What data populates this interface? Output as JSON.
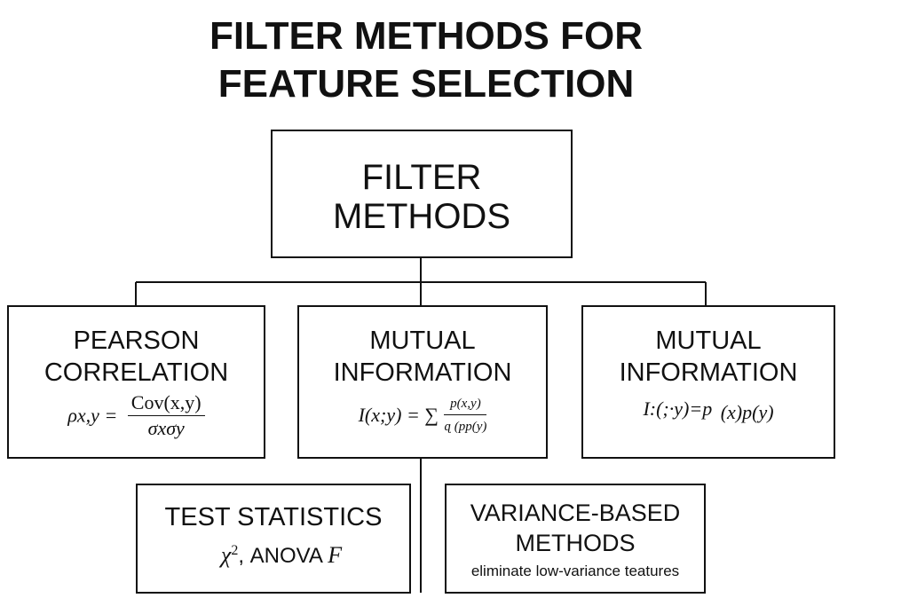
{
  "title": {
    "line1": "FILTER METHODS FOR",
    "line2": "FEATURE SELECTION"
  },
  "root": {
    "line1": "FILTER",
    "line2": "METHODS"
  },
  "pearson": {
    "line1": "PEARSON",
    "line2": "CORRELATION",
    "formula_lhs": "ρx,y =",
    "formula_num": "Cov(x,y)",
    "formula_den": "σxσy"
  },
  "mi1": {
    "line1": "MUTUAL",
    "line2": "INFORMATION",
    "formula_lhs": "I(x;y) = ∑",
    "formula_num": "p(x,y)",
    "formula_den": "ɋ (pp(y)"
  },
  "mi2": {
    "line1": "MUTUAL",
    "line2": "INFORMATION",
    "formula": "I:(;·y)=p",
    "formula_tail": "(x)p(y)"
  },
  "test": {
    "line1": "TEST STATISTICS",
    "chi": "χ",
    "chi_exp": "2",
    "anova": ", ANOVA ",
    "anova_f": "F"
  },
  "variance": {
    "line1": "VARIANCE-BASED",
    "line2": "METHODS",
    "note": "eliminate low-variance teatures"
  }
}
